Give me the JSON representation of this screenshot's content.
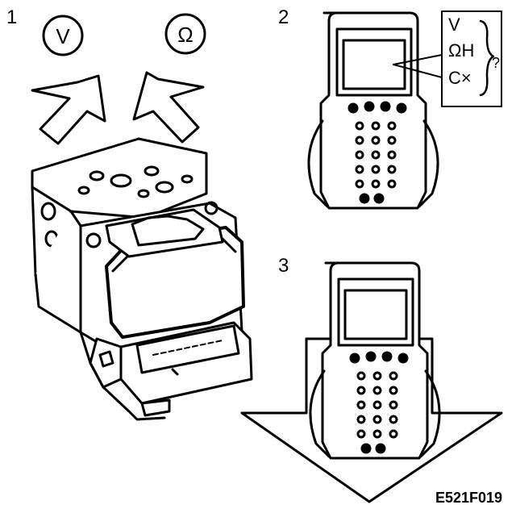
{
  "steps": {
    "step1": "1",
    "step2": "2",
    "step3": "3"
  },
  "meter_symbols": {
    "volt": "V",
    "ohm": "Ω"
  },
  "display_callout": {
    "line1": "V",
    "line2": "ΩH",
    "line3": "C×",
    "question": "?"
  },
  "figure_code": "E521F019",
  "colors": {
    "ink": "#000000",
    "paper": "#ffffff"
  }
}
